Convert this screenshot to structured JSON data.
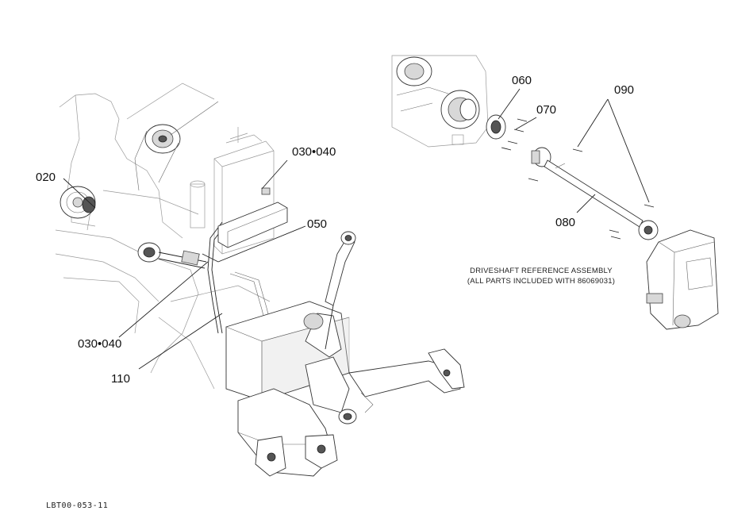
{
  "callouts": {
    "c020": "020",
    "c030_040_top": "030•040",
    "c050": "050",
    "c030_040_bottom": "030•040",
    "c110": "110",
    "c060": "060",
    "c070": "070",
    "c090": "090",
    "c080": "080"
  },
  "note": {
    "line1": "DRIVESHAFT REFERENCE ASSEMBLY",
    "line2": "(ALL PARTS INCLUDED WITH 86069031)"
  },
  "footer": {
    "drawing_code": "LBT00-053-11"
  }
}
